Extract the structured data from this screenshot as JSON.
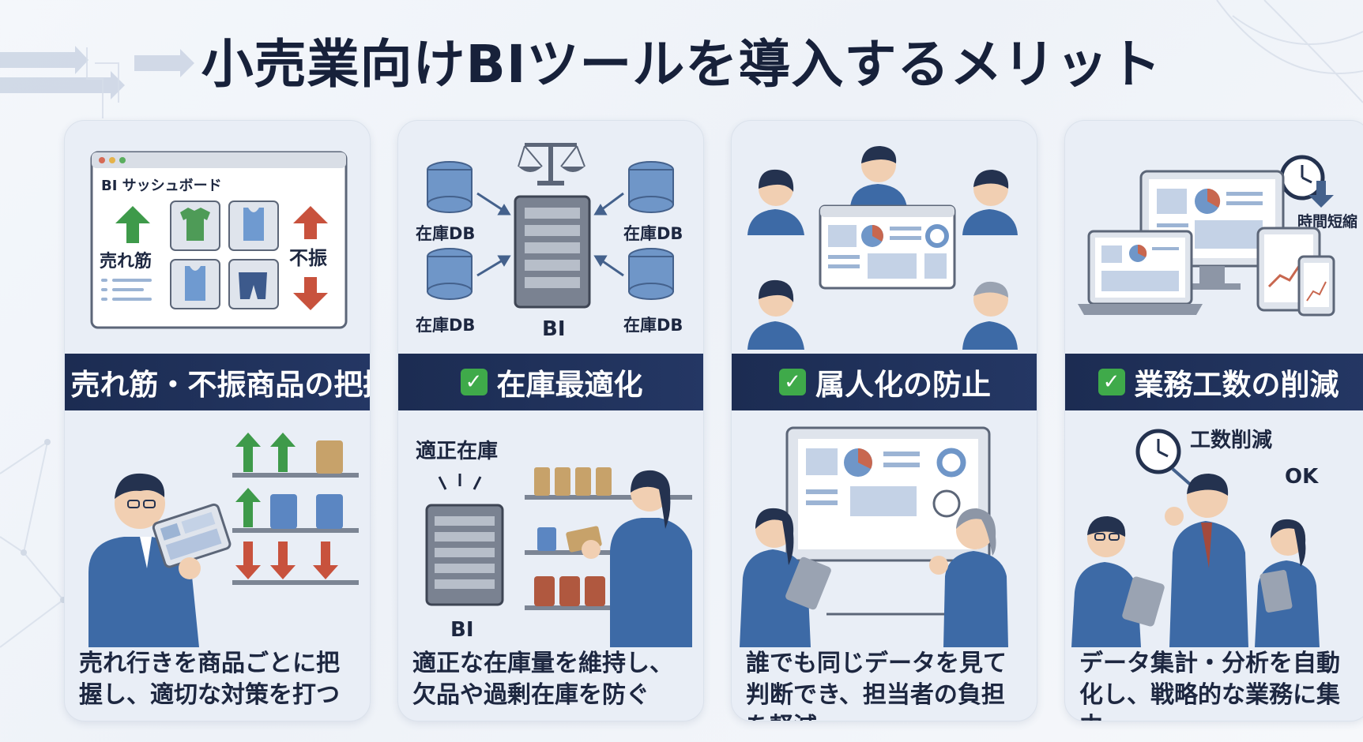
{
  "title": "小売業向けBIツールを導入するメリット",
  "cards": [
    {
      "heading": "売れ筋・不振商品の把握",
      "dashboard_label": "BI サッシュボード",
      "up_label": "売れ筋",
      "down_label": "不振",
      "description": "売れ行きを商品ごとに把握し、適切な対策を打つ"
    },
    {
      "heading": "在庫最適化",
      "db_label": "在庫DB",
      "bi_label": "BI",
      "optimal_label": "適正在庫",
      "description": "適正な在庫量を維持し、欠品や過剰在庫を防ぐ"
    },
    {
      "heading": "属人化の防止",
      "description": "誰でも同じデータを見て判断でき、担当者の負担を軽減"
    },
    {
      "heading": "業務工数の削減",
      "time_label": "時間短縮",
      "reduction_label": "工数削減",
      "ok_label": "OK",
      "description": "データ集計・分析を自動化し、戦略的な業務に集中"
    }
  ],
  "colors": {
    "banner": "#1c2c52",
    "check": "#3faa4a",
    "up_arrow": "#3e9a4a",
    "down_arrow": "#c8523d",
    "suit": "#3d6aa6"
  }
}
